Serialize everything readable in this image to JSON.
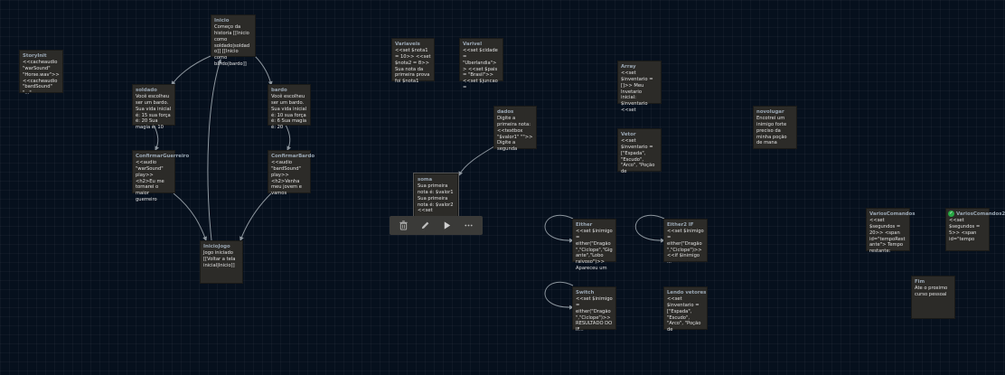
{
  "passages": [
    {
      "id": "storyinit",
      "title": "StoryInit",
      "body": "<<cacheaudio \"warSound\" \"Horse.wav\">>\n<<cacheaudio \"bardSound\" \"...\"",
      "interactable": true
    },
    {
      "id": "inicio",
      "title": "Inicio",
      "body": "Começo da historia [[Inicio como soldado|soldado]] [[Inicio como bardo|bardo]]",
      "interactable": true
    },
    {
      "id": "soldado",
      "title": "soldado",
      "body": "Você escolheu ser um bardo. Sua vida inicial é: 15 sua força é: 20 Sua magia é: 10",
      "interactable": true
    },
    {
      "id": "bardo",
      "title": "bardo",
      "body": "Você escolheu ser um bardo. Sua vida inicial é: 10 sua força é: 6 Sua magia é: 20",
      "interactable": true
    },
    {
      "id": "confirmarguerreiro",
      "title": "ConfirmarGuerreiro",
      "body": "<<audio \"warSound\" play>> <h2>Eu me tornarei o maior guerreiro",
      "interactable": true
    },
    {
      "id": "confirmarbardo",
      "title": "ConfirmarBardo",
      "body": "<<audio \"bardSound\" play>> <h2>Venha meu jovem e vamos",
      "interactable": true
    },
    {
      "id": "iniciojogo",
      "title": "InicioJogo",
      "body": "Jogo iniciado [[Voltar a tela inicial|Inicio]]",
      "interactable": true
    },
    {
      "id": "variaveis",
      "title": "Variaveis",
      "body": "<<set $nota1 = 10>> <<set $nota2 = 8>> Sua nota da primeira prova foi $nota1",
      "interactable": true
    },
    {
      "id": "varivel",
      "title": "Varivel",
      "body": "<<set $cidade = \"Uberlandia\">> <<set $pais = \"Brasil\">> <<set $juncao =",
      "interactable": true
    },
    {
      "id": "dados",
      "title": "dados",
      "body": "Digite a primeira nota: <<textbox \"$valor1\" \"\">> Digite a segunda",
      "interactable": true
    },
    {
      "id": "soma",
      "title": "soma",
      "body": "Sua primeira nota é: $valor1 Sua primeira nota é: $valor2 <<set",
      "interactable": true
    },
    {
      "id": "array",
      "title": "Array",
      "body": "<<set $inventario = []>> Meu Invetario inicial: $inventario <<set",
      "interactable": true
    },
    {
      "id": "vetor",
      "title": "Vetor",
      "body": "<<set $inventario = [\"Espada\", \"Escudo\", \"Arco\", \"Poção de",
      "interactable": true
    },
    {
      "id": "novolugar",
      "title": "novolugar",
      "body": "Encotrei um inimigo forte preciso da minha poção de mana",
      "interactable": true
    },
    {
      "id": "either",
      "title": "Either",
      "body": "<<set $inimigo = either(\"Dragão\",\"Ciclope\",\"Gigante\",\"Lobo raivoso\")>> Apareceu um",
      "interactable": true
    },
    {
      "id": "either2if",
      "title": "Either2 IF",
      "body": "<<set $inimigo = either(\"Dragão\",\"Ciclope\")>> <<if $inimigo ...",
      "interactable": true
    },
    {
      "id": "switch",
      "title": "Switch",
      "body": "<<set $inimigo = either(\"Dragão\",\"Ciclope\")>> RESULTADO DO IF...",
      "interactable": true
    },
    {
      "id": "lendovetores",
      "title": "Lendo vetores",
      "body": "<<set $inventario = [\"Espada\", \"Escudo\", \"Arco\", \"Poção de",
      "interactable": true
    },
    {
      "id": "varioscomandos",
      "title": "VariosComandos",
      "body": "<<set $segundos = 20>> <span id=\"tempoRestante\"> Tempo restante:",
      "interactable": true
    },
    {
      "id": "varioscomandos2",
      "title": "VariosComandos2",
      "body": "<<set $segundos = 5>> <span id=\"tempo",
      "interactable": true,
      "icon": "check-tag-icon"
    },
    {
      "id": "fim",
      "title": "Fim",
      "body": "Ate o proximo curso pessoal",
      "interactable": true
    }
  ],
  "toolbar": {
    "items": [
      {
        "name": "delete-button",
        "icon": "trash-icon"
      },
      {
        "name": "edit-button",
        "icon": "pencil-icon"
      },
      {
        "name": "play-button",
        "icon": "play-icon"
      },
      {
        "name": "more-button",
        "icon": "more-icon"
      }
    ]
  },
  "colors": {
    "background": "#06101d",
    "card": "#2c2b28",
    "link": "#8d969e",
    "tag": "#27a844"
  }
}
